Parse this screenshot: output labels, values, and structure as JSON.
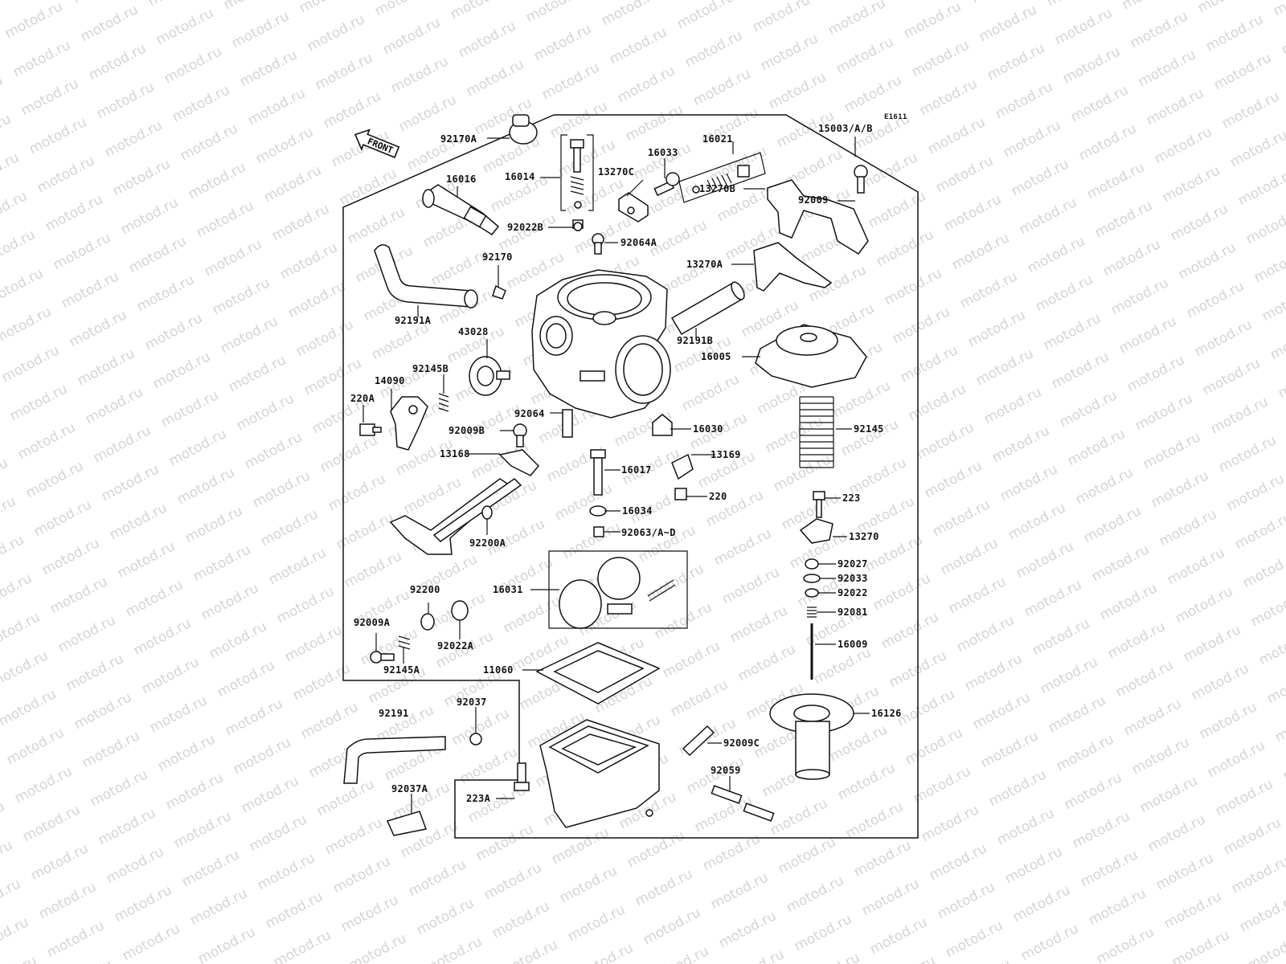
{
  "diagram": {
    "code": "E1611",
    "front_label": "FRONT",
    "watermark": "motod.ru",
    "parts": [
      "15003/A/B",
      "92170A",
      "16014",
      "16016",
      "13270C",
      "16033",
      "16021",
      "92009",
      "13270B",
      "92022B",
      "92064A",
      "92170",
      "13270A",
      "92191A",
      "92191B",
      "43028",
      "16005",
      "92145B",
      "14090",
      "220A",
      "92064",
      "92009B",
      "16030",
      "92145",
      "13168",
      "13169",
      "16017",
      "220",
      "223",
      "16034",
      "92200A",
      "92063/A~D",
      "13270",
      "92027",
      "16031",
      "92033",
      "92022",
      "92200",
      "92081",
      "92009A",
      "92022A",
      "16009",
      "92145A",
      "11060",
      "92191",
      "92037",
      "16126",
      "92009C",
      "92059",
      "223A",
      "92037A"
    ]
  }
}
